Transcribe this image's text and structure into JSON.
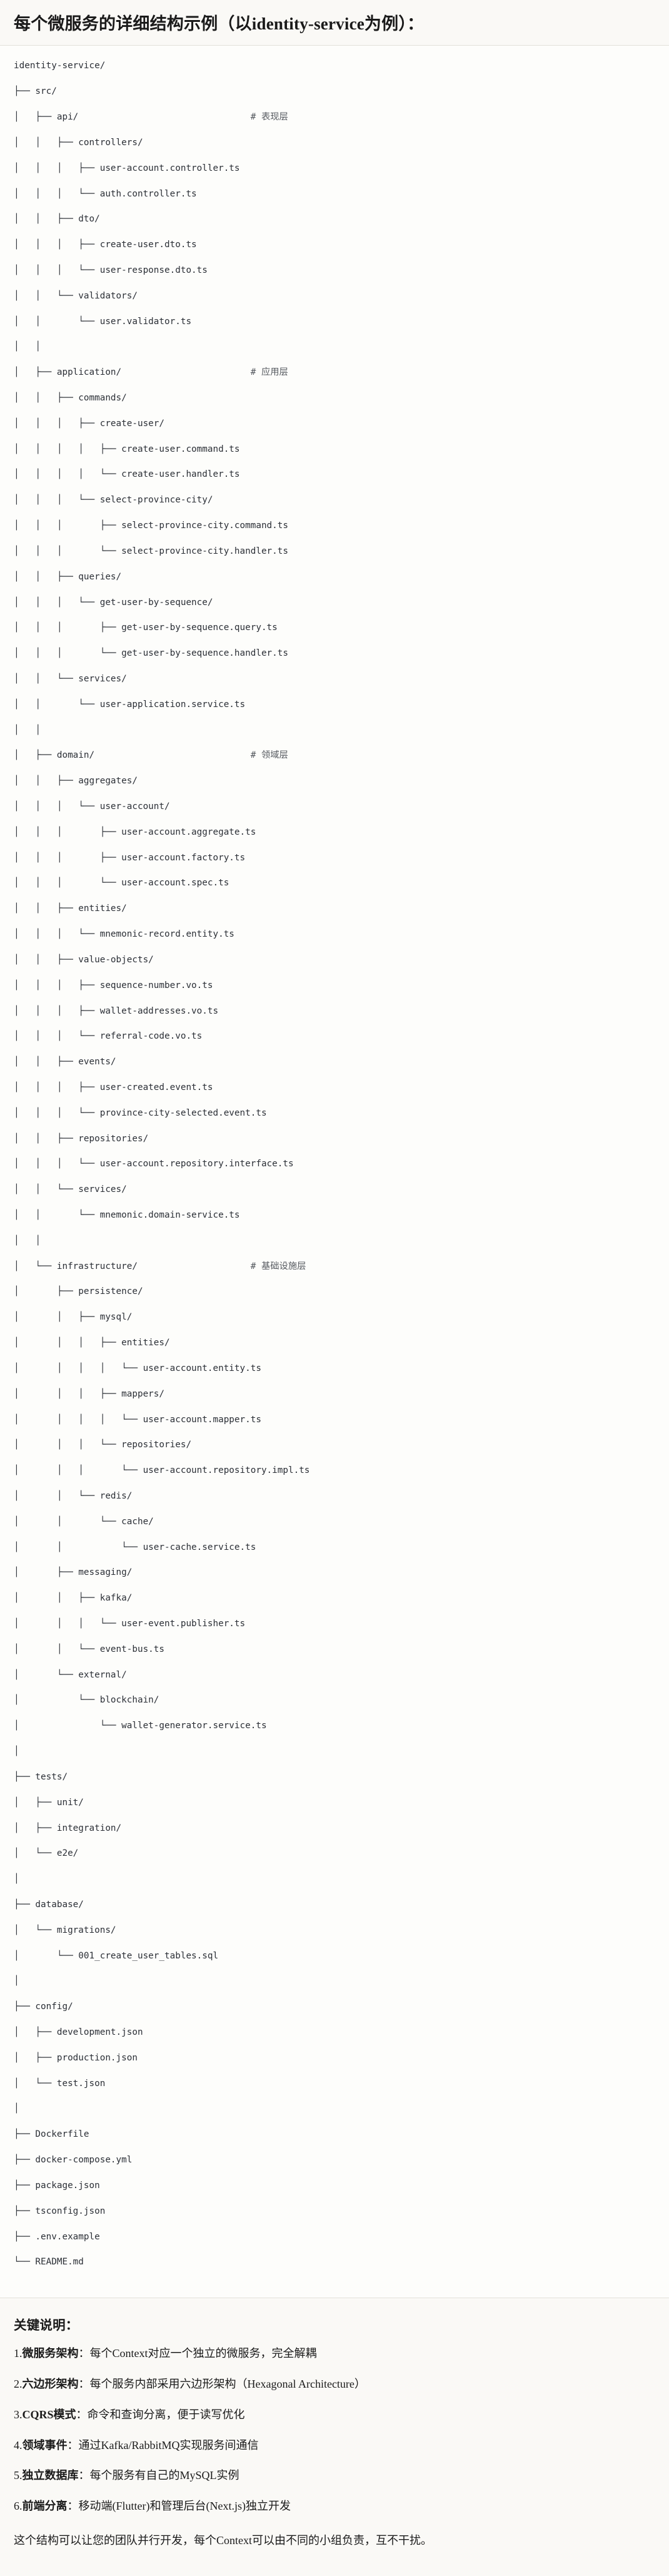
{
  "heading": "每个微服务的详细结构示例（以identity-service为例）：",
  "tree": {
    "lines": [
      {
        "text": "identity-service/",
        "comment": ""
      },
      {
        "text": "├── src/",
        "comment": ""
      },
      {
        "text": "│   ├── api/",
        "comment": "# 表现层"
      },
      {
        "text": "│   │   ├── controllers/",
        "comment": ""
      },
      {
        "text": "│   │   │   ├── user-account.controller.ts",
        "comment": ""
      },
      {
        "text": "│   │   │   └── auth.controller.ts",
        "comment": ""
      },
      {
        "text": "│   │   ├── dto/",
        "comment": ""
      },
      {
        "text": "│   │   │   ├── create-user.dto.ts",
        "comment": ""
      },
      {
        "text": "│   │   │   └── user-response.dto.ts",
        "comment": ""
      },
      {
        "text": "│   │   └── validators/",
        "comment": ""
      },
      {
        "text": "│   │       └── user.validator.ts",
        "comment": ""
      },
      {
        "text": "│   │",
        "comment": ""
      },
      {
        "text": "│   ├── application/",
        "comment": "# 应用层"
      },
      {
        "text": "│   │   ├── commands/",
        "comment": ""
      },
      {
        "text": "│   │   │   ├── create-user/",
        "comment": ""
      },
      {
        "text": "│   │   │   │   ├── create-user.command.ts",
        "comment": ""
      },
      {
        "text": "│   │   │   │   └── create-user.handler.ts",
        "comment": ""
      },
      {
        "text": "│   │   │   └── select-province-city/",
        "comment": ""
      },
      {
        "text": "│   │   │       ├── select-province-city.command.ts",
        "comment": ""
      },
      {
        "text": "│   │   │       └── select-province-city.handler.ts",
        "comment": ""
      },
      {
        "text": "│   │   ├── queries/",
        "comment": ""
      },
      {
        "text": "│   │   │   └── get-user-by-sequence/",
        "comment": ""
      },
      {
        "text": "│   │   │       ├── get-user-by-sequence.query.ts",
        "comment": ""
      },
      {
        "text": "│   │   │       └── get-user-by-sequence.handler.ts",
        "comment": ""
      },
      {
        "text": "│   │   └── services/",
        "comment": ""
      },
      {
        "text": "│   │       └── user-application.service.ts",
        "comment": ""
      },
      {
        "text": "│   │",
        "comment": ""
      },
      {
        "text": "│   ├── domain/",
        "comment": "# 领域层"
      },
      {
        "text": "│   │   ├── aggregates/",
        "comment": ""
      },
      {
        "text": "│   │   │   └── user-account/",
        "comment": ""
      },
      {
        "text": "│   │   │       ├── user-account.aggregate.ts",
        "comment": ""
      },
      {
        "text": "│   │   │       ├── user-account.factory.ts",
        "comment": ""
      },
      {
        "text": "│   │   │       └── user-account.spec.ts",
        "comment": ""
      },
      {
        "text": "│   │   ├── entities/",
        "comment": ""
      },
      {
        "text": "│   │   │   └── mnemonic-record.entity.ts",
        "comment": ""
      },
      {
        "text": "│   │   ├── value-objects/",
        "comment": ""
      },
      {
        "text": "│   │   │   ├── sequence-number.vo.ts",
        "comment": ""
      },
      {
        "text": "│   │   │   ├── wallet-addresses.vo.ts",
        "comment": ""
      },
      {
        "text": "│   │   │   └── referral-code.vo.ts",
        "comment": ""
      },
      {
        "text": "│   │   ├── events/",
        "comment": ""
      },
      {
        "text": "│   │   │   ├── user-created.event.ts",
        "comment": ""
      },
      {
        "text": "│   │   │   └── province-city-selected.event.ts",
        "comment": ""
      },
      {
        "text": "│   │   ├── repositories/",
        "comment": ""
      },
      {
        "text": "│   │   │   └── user-account.repository.interface.ts",
        "comment": ""
      },
      {
        "text": "│   │   └── services/",
        "comment": ""
      },
      {
        "text": "│   │       └── mnemonic.domain-service.ts",
        "comment": ""
      },
      {
        "text": "│   │",
        "comment": ""
      },
      {
        "text": "│   └── infrastructure/",
        "comment": "# 基础设施层"
      },
      {
        "text": "│       ├── persistence/",
        "comment": ""
      },
      {
        "text": "│       │   ├── mysql/",
        "comment": ""
      },
      {
        "text": "│       │   │   ├── entities/",
        "comment": ""
      },
      {
        "text": "│       │   │   │   └── user-account.entity.ts",
        "comment": ""
      },
      {
        "text": "│       │   │   ├── mappers/",
        "comment": ""
      },
      {
        "text": "│       │   │   │   └── user-account.mapper.ts",
        "comment": ""
      },
      {
        "text": "│       │   │   └── repositories/",
        "comment": ""
      },
      {
        "text": "│       │   │       └── user-account.repository.impl.ts",
        "comment": ""
      },
      {
        "text": "│       │   └── redis/",
        "comment": ""
      },
      {
        "text": "│       │       └── cache/",
        "comment": ""
      },
      {
        "text": "│       │           └── user-cache.service.ts",
        "comment": ""
      },
      {
        "text": "│       ├── messaging/",
        "comment": ""
      },
      {
        "text": "│       │   ├── kafka/",
        "comment": ""
      },
      {
        "text": "│       │   │   └── user-event.publisher.ts",
        "comment": ""
      },
      {
        "text": "│       │   └── event-bus.ts",
        "comment": ""
      },
      {
        "text": "│       └── external/",
        "comment": ""
      },
      {
        "text": "│           └── blockchain/",
        "comment": ""
      },
      {
        "text": "│               └── wallet-generator.service.ts",
        "comment": ""
      },
      {
        "text": "│",
        "comment": ""
      },
      {
        "text": "├── tests/",
        "comment": ""
      },
      {
        "text": "│   ├── unit/",
        "comment": ""
      },
      {
        "text": "│   ├── integration/",
        "comment": ""
      },
      {
        "text": "│   └── e2e/",
        "comment": ""
      },
      {
        "text": "│",
        "comment": ""
      },
      {
        "text": "├── database/",
        "comment": ""
      },
      {
        "text": "│   └── migrations/",
        "comment": ""
      },
      {
        "text": "│       └── 001_create_user_tables.sql",
        "comment": ""
      },
      {
        "text": "│",
        "comment": ""
      },
      {
        "text": "├── config/",
        "comment": ""
      },
      {
        "text": "│   ├── development.json",
        "comment": ""
      },
      {
        "text": "│   ├── production.json",
        "comment": ""
      },
      {
        "text": "│   └── test.json",
        "comment": ""
      },
      {
        "text": "│",
        "comment": ""
      },
      {
        "text": "├── Dockerfile",
        "comment": ""
      },
      {
        "text": "├── docker-compose.yml",
        "comment": ""
      },
      {
        "text": "├── package.json",
        "comment": ""
      },
      {
        "text": "├── tsconfig.json",
        "comment": ""
      },
      {
        "text": "├── .env.example",
        "comment": ""
      },
      {
        "text": "└── README.md",
        "comment": ""
      }
    ],
    "comment_column": 44
  },
  "notes": {
    "title": "关键说明：",
    "items": [
      {
        "num": "1.",
        "lead": "微服务架构",
        "sep": "：",
        "body": "每个Context对应一个独立的微服务，完全解耦"
      },
      {
        "num": "2.",
        "lead": "六边形架构",
        "sep": "：",
        "body": "每个服务内部采用六边形架构（Hexagonal Architecture）"
      },
      {
        "num": "3.",
        "lead": "CQRS模式",
        "sep": "：",
        "body": "命令和查询分离，便于读写优化"
      },
      {
        "num": "4.",
        "lead": "领域事件",
        "sep": "：",
        "body": "通过Kafka/RabbitMQ实现服务间通信"
      },
      {
        "num": "5.",
        "lead": "独立数据库",
        "sep": "：",
        "body": "每个服务有自己的MySQL实例"
      },
      {
        "num": "6.",
        "lead": "前端分离",
        "sep": "：",
        "body": "移动端(Flutter)和管理后台(Next.js)独立开发"
      }
    ],
    "closing": "这个结构可以让您的团队并行开发，每个Context可以由不同的小组负责，互不干扰。"
  },
  "colors": {
    "page_background": "#faf9f6",
    "code_background": "#fdfdfb",
    "text": "#1a1a1a",
    "code_text": "#2b2f36",
    "comment_text": "#55595f",
    "divider": "#e3e1da"
  }
}
